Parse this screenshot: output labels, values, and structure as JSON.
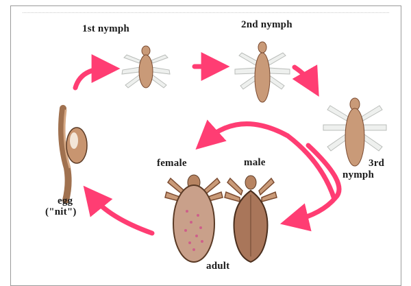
{
  "diagram": {
    "labels": {
      "nymph1": "1st nymph",
      "nymph2": "2nd nymph",
      "nymph3_line1": "3rd",
      "nymph3_line2": "nymph",
      "female": "female",
      "male": "male",
      "adult": "adult",
      "egg_line1": "egg",
      "egg_line2": "(\"nit\")"
    },
    "colors": {
      "arrow": "#ff3d73",
      "body": "#c99a78",
      "body_dark": "#7a4a30",
      "legs": "#eef0ee",
      "female_spots": "#d04a8a"
    }
  }
}
